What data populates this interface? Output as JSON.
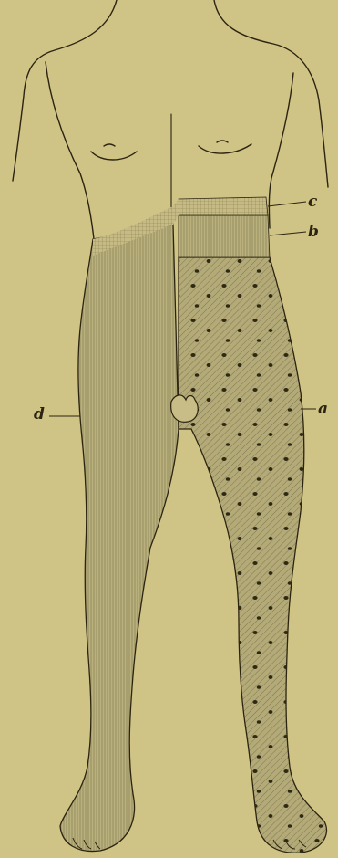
{
  "figure": {
    "labels": {
      "a": "a",
      "b": "b",
      "c": "c",
      "d": "d"
    }
  },
  "colors": {
    "paper": "#cfc386",
    "ink": "#2b2410",
    "shaded_region": "#b7ad7c",
    "dotted_region": "#a9a070"
  }
}
